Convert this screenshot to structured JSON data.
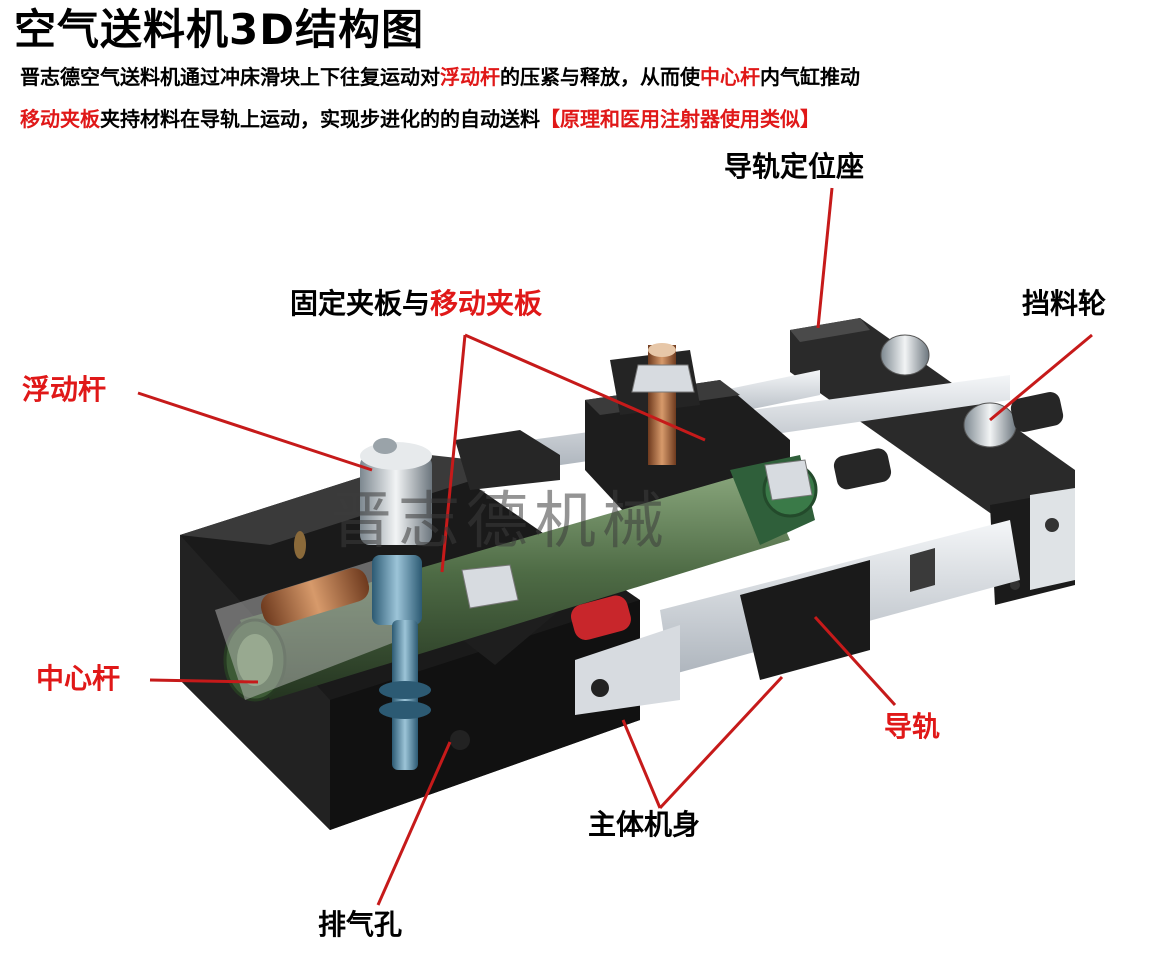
{
  "title": "空气送料机3D结构图",
  "description": {
    "line1": {
      "part1": "晋志德空气送料机通过冲床滑块上下往复运动对",
      "part2": "浮动杆",
      "part3": "的压紧与释放，从而使",
      "part4": "中心杆",
      "part5": "内气缸推动"
    },
    "line2": {
      "part1": "移动夹板",
      "part2": "夹持材料在导轨上运动，实现步进化的的自动送料",
      "part3": "【原理和医用注射器使用类似】"
    }
  },
  "labels": {
    "guide_rail_seat": "导轨定位座",
    "clamp_plates_fixed": "固定夹板与",
    "clamp_plates_moving": "移动夹板",
    "stop_wheel": "挡料轮",
    "floating_rod": "浮动杆",
    "center_rod": "中心杆",
    "guide_rail": "导轨",
    "main_body": "主体机身",
    "exhaust_hole": "排气孔"
  },
  "watermark": "晋志德机械",
  "colors": {
    "highlight": "#e01818",
    "leader": "#c61a1a",
    "body": "#1c1c1c",
    "rail": "#d9dde2",
    "cylinder": "#4e6b45"
  }
}
